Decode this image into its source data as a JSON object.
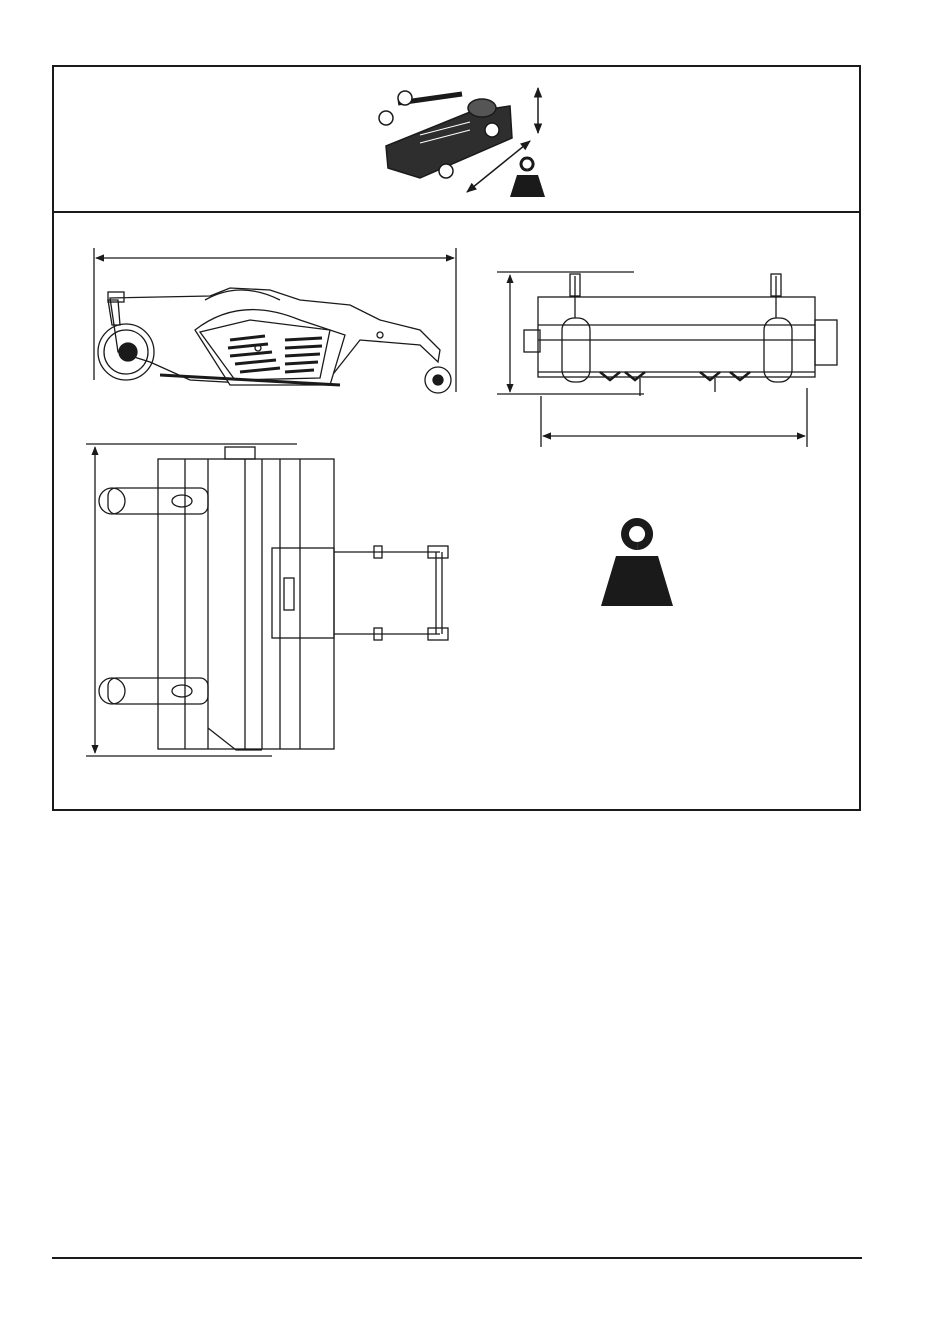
{
  "document": {
    "kind": "technical dimensions page",
    "icons": {
      "header_product": "flail-mower-product-icon",
      "header_weight": "weight-icon",
      "large_weight": "weight-icon"
    },
    "colors": {
      "line": "#1a1a1a",
      "background": "#ffffff",
      "machine_fill": "#3a3a3a"
    },
    "views": [
      "side-view",
      "front-view",
      "top-view"
    ]
  }
}
